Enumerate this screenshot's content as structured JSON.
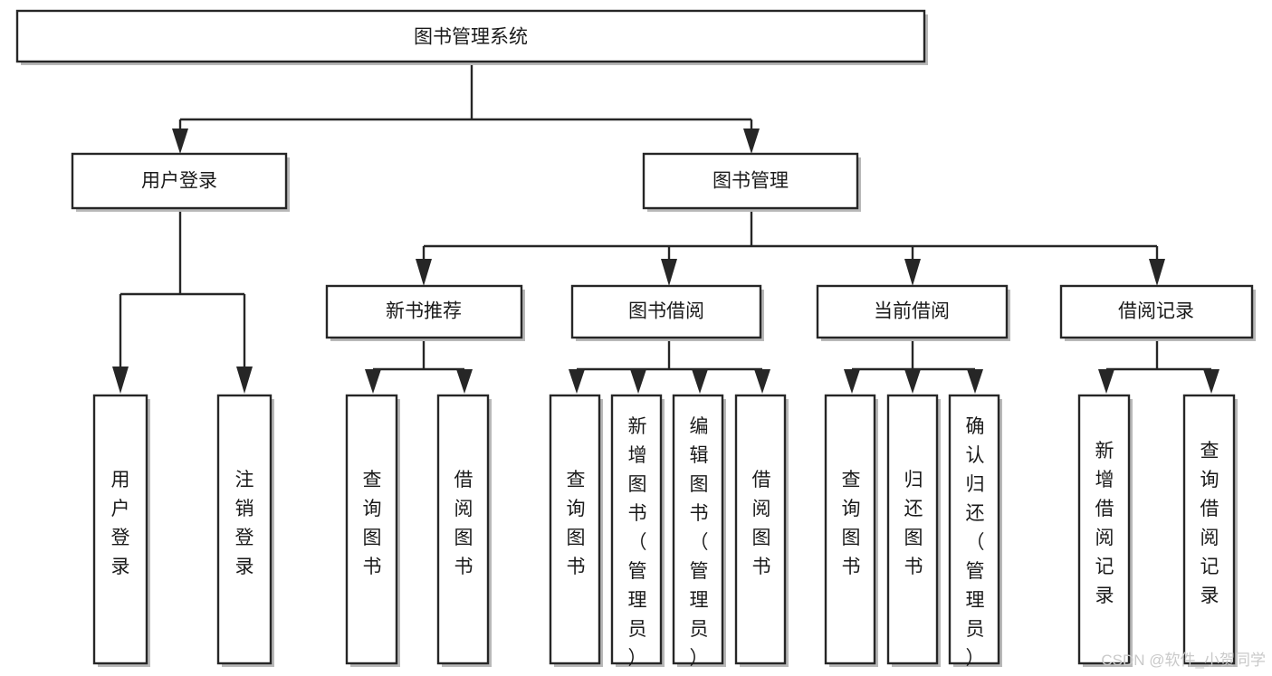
{
  "diagram": {
    "title": "图书管理系统",
    "type": "tree-hierarchy",
    "orientation": "top-down",
    "watermark": "CSDN @软件_小贺同学",
    "colors": {
      "box_stroke": "#262626",
      "box_fill": "#ffffff",
      "text": "#1a1a1a",
      "watermark": "#c9c9c9",
      "shadow": "#b8b8b8"
    },
    "levels": {
      "root": "图书管理系统",
      "level2": [
        "用户登录",
        "图书管理"
      ],
      "level3": [
        "新书推荐",
        "图书借阅",
        "当前借阅",
        "借阅记录"
      ]
    },
    "nodes": {
      "root": {
        "label": "图书管理系统"
      },
      "user_login": {
        "label": "用户登录"
      },
      "book_manage": {
        "label": "图书管理"
      },
      "new_book_rec": {
        "label": "新书推荐"
      },
      "book_borrow": {
        "label": "图书借阅"
      },
      "current_borrow": {
        "label": "当前借阅"
      },
      "borrow_record": {
        "label": "借阅记录"
      },
      "leaf_user_login": {
        "label": "用户登录"
      },
      "leaf_user_logout": {
        "label": "注销登录"
      },
      "leaf_query_book_1": {
        "label": "查询图书"
      },
      "leaf_borrow_book_1": {
        "label": "借阅图书"
      },
      "leaf_query_book_2": {
        "label": "查询图书"
      },
      "leaf_add_book": {
        "label": "新增图书（管理员）"
      },
      "leaf_edit_book": {
        "label": "编辑图书（管理员）"
      },
      "leaf_borrow_book_2": {
        "label": "借阅图书"
      },
      "leaf_query_book_3": {
        "label": "查询图书"
      },
      "leaf_return_book": {
        "label": "归还图书"
      },
      "leaf_confirm_return": {
        "label": "确认归还（管理员）"
      },
      "leaf_add_record": {
        "label": "新增借阅记录"
      },
      "leaf_query_record": {
        "label": "查询借阅记录"
      }
    },
    "groups": [
      {
        "parent": "用户登录",
        "children": [
          "用户登录",
          "注销登录"
        ]
      },
      {
        "parent": "新书推荐",
        "children": [
          "查询图书",
          "借阅图书"
        ]
      },
      {
        "parent": "图书借阅",
        "children": [
          "查询图书",
          "新增图书（管理员）",
          "编辑图书（管理员）",
          "借阅图书"
        ]
      },
      {
        "parent": "当前借阅",
        "children": [
          "查询图书",
          "归还图书",
          "确认归还（管理员）"
        ]
      },
      {
        "parent": "借阅记录",
        "children": [
          "新增借阅记录",
          "查询借阅记录"
        ]
      }
    ]
  }
}
